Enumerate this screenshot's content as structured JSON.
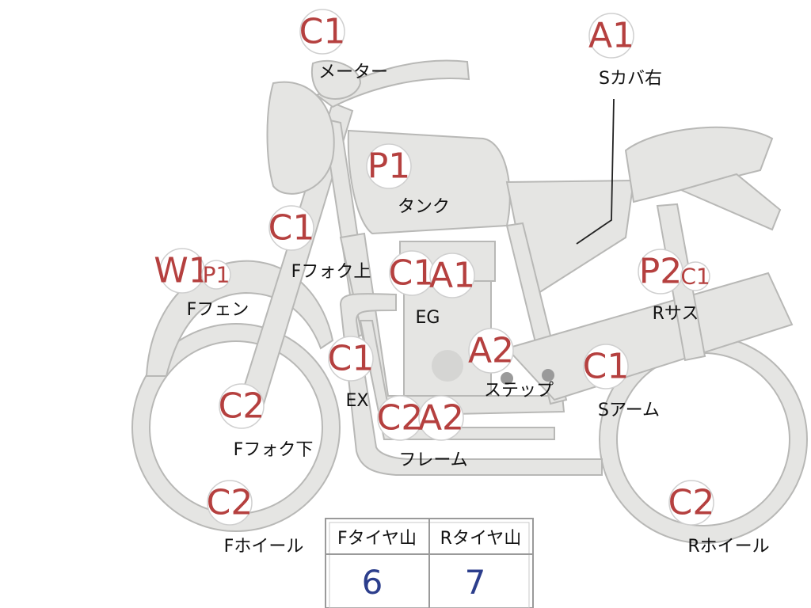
{
  "colors": {
    "code_text": "#b5403f",
    "body_fill": "#e5e5e3",
    "body_stroke": "#b8b8b6",
    "table_value": "#2c3e8c",
    "table_border": "#9a9a9a"
  },
  "labels": {
    "meter": {
      "code": "C1",
      "part": "メーター"
    },
    "side_cover_r": {
      "code": "A1",
      "part": "Sカバ右"
    },
    "tank": {
      "code": "P1",
      "part": "タンク"
    },
    "fork_upper": {
      "code": "C1",
      "part": "Fフォク上"
    },
    "front_fender": {
      "code": "W1",
      "code2": "P1",
      "part": "Fフェン"
    },
    "engine": {
      "code": "C1",
      "code2": "A1",
      "part": "EG"
    },
    "rear_susp": {
      "code": "P2",
      "code2": "C1",
      "part": "Rサス"
    },
    "exhaust": {
      "code": "C1",
      "part": "EX"
    },
    "step": {
      "code": "A2",
      "part": "ステップ"
    },
    "swing_arm": {
      "code": "C1",
      "part": "Sアーム"
    },
    "fork_lower": {
      "code": "C2",
      "part": "Fフォク下"
    },
    "frame": {
      "code": "C2",
      "code2": "A2",
      "part": "フレーム"
    },
    "front_wheel": {
      "code": "C2",
      "part": "Fホイール"
    },
    "rear_wheel": {
      "code": "C2",
      "part": "Rホイール"
    }
  },
  "tire_table": {
    "headers": [
      "Fタイヤ山",
      "Rタイヤ山"
    ],
    "values": [
      "6",
      "7"
    ]
  }
}
